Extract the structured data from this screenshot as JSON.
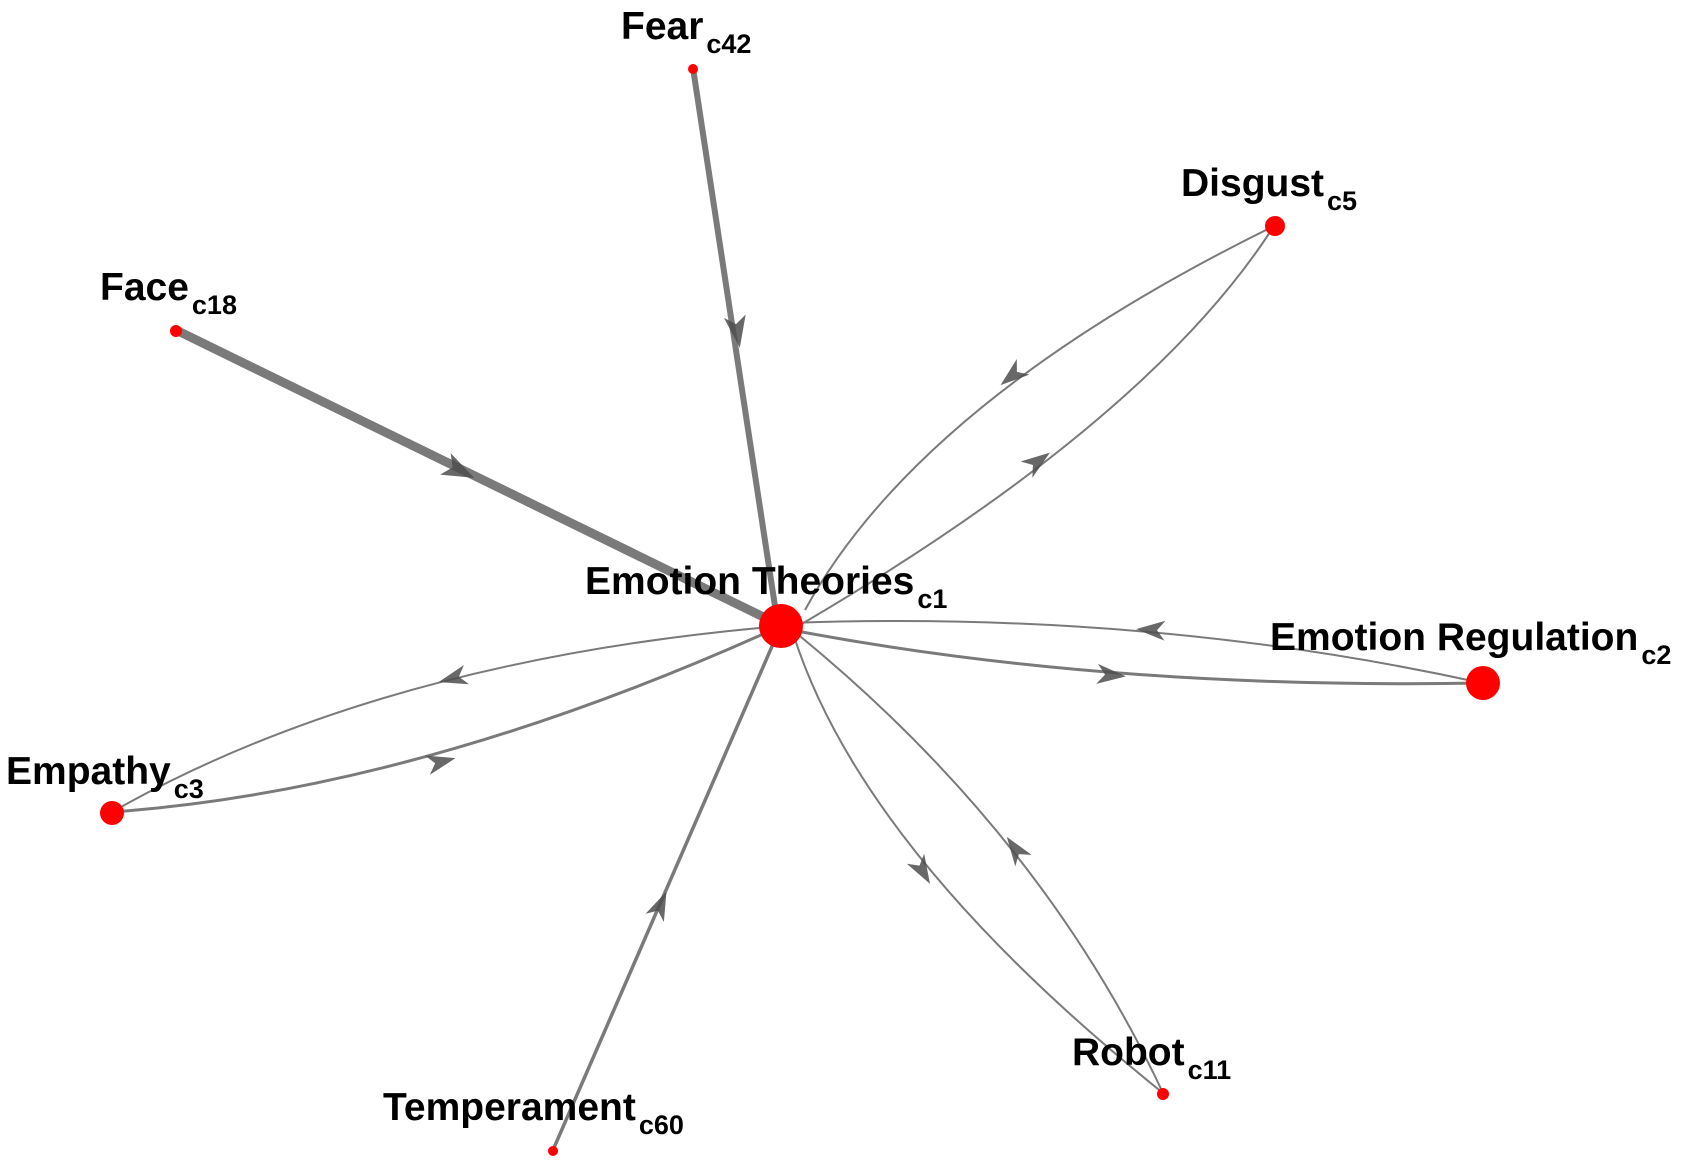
{
  "diagram": {
    "colors": {
      "node": "#ff0000",
      "edge": "#7a7a7a",
      "arrow": "#4d4d4d",
      "label": "#000000"
    },
    "nodes": [
      {
        "id": "c1",
        "name": "Emotion Theories",
        "sub": "c1"
      },
      {
        "id": "c2",
        "name": "Emotion Regulation",
        "sub": "c2"
      },
      {
        "id": "c3",
        "name": "Empathy",
        "sub": "c3"
      },
      {
        "id": "c5",
        "name": "Disgust",
        "sub": "c5"
      },
      {
        "id": "c11",
        "name": "Robot",
        "sub": "c11"
      },
      {
        "id": "c18",
        "name": "Face",
        "sub": "c18"
      },
      {
        "id": "c42",
        "name": "Fear",
        "sub": "c42"
      },
      {
        "id": "c60",
        "name": "Temperament",
        "sub": "c60"
      }
    ],
    "edges": [
      {
        "from": "c18",
        "to": "c1"
      },
      {
        "from": "c42",
        "to": "c1"
      },
      {
        "from": "c5",
        "to": "c1"
      },
      {
        "from": "c1",
        "to": "c5"
      },
      {
        "from": "c2",
        "to": "c1"
      },
      {
        "from": "c1",
        "to": "c2"
      },
      {
        "from": "c1",
        "to": "c3"
      },
      {
        "from": "c3",
        "to": "c1"
      },
      {
        "from": "c60",
        "to": "c1"
      },
      {
        "from": "c1",
        "to": "c11"
      },
      {
        "from": "c11",
        "to": "c1"
      }
    ]
  }
}
